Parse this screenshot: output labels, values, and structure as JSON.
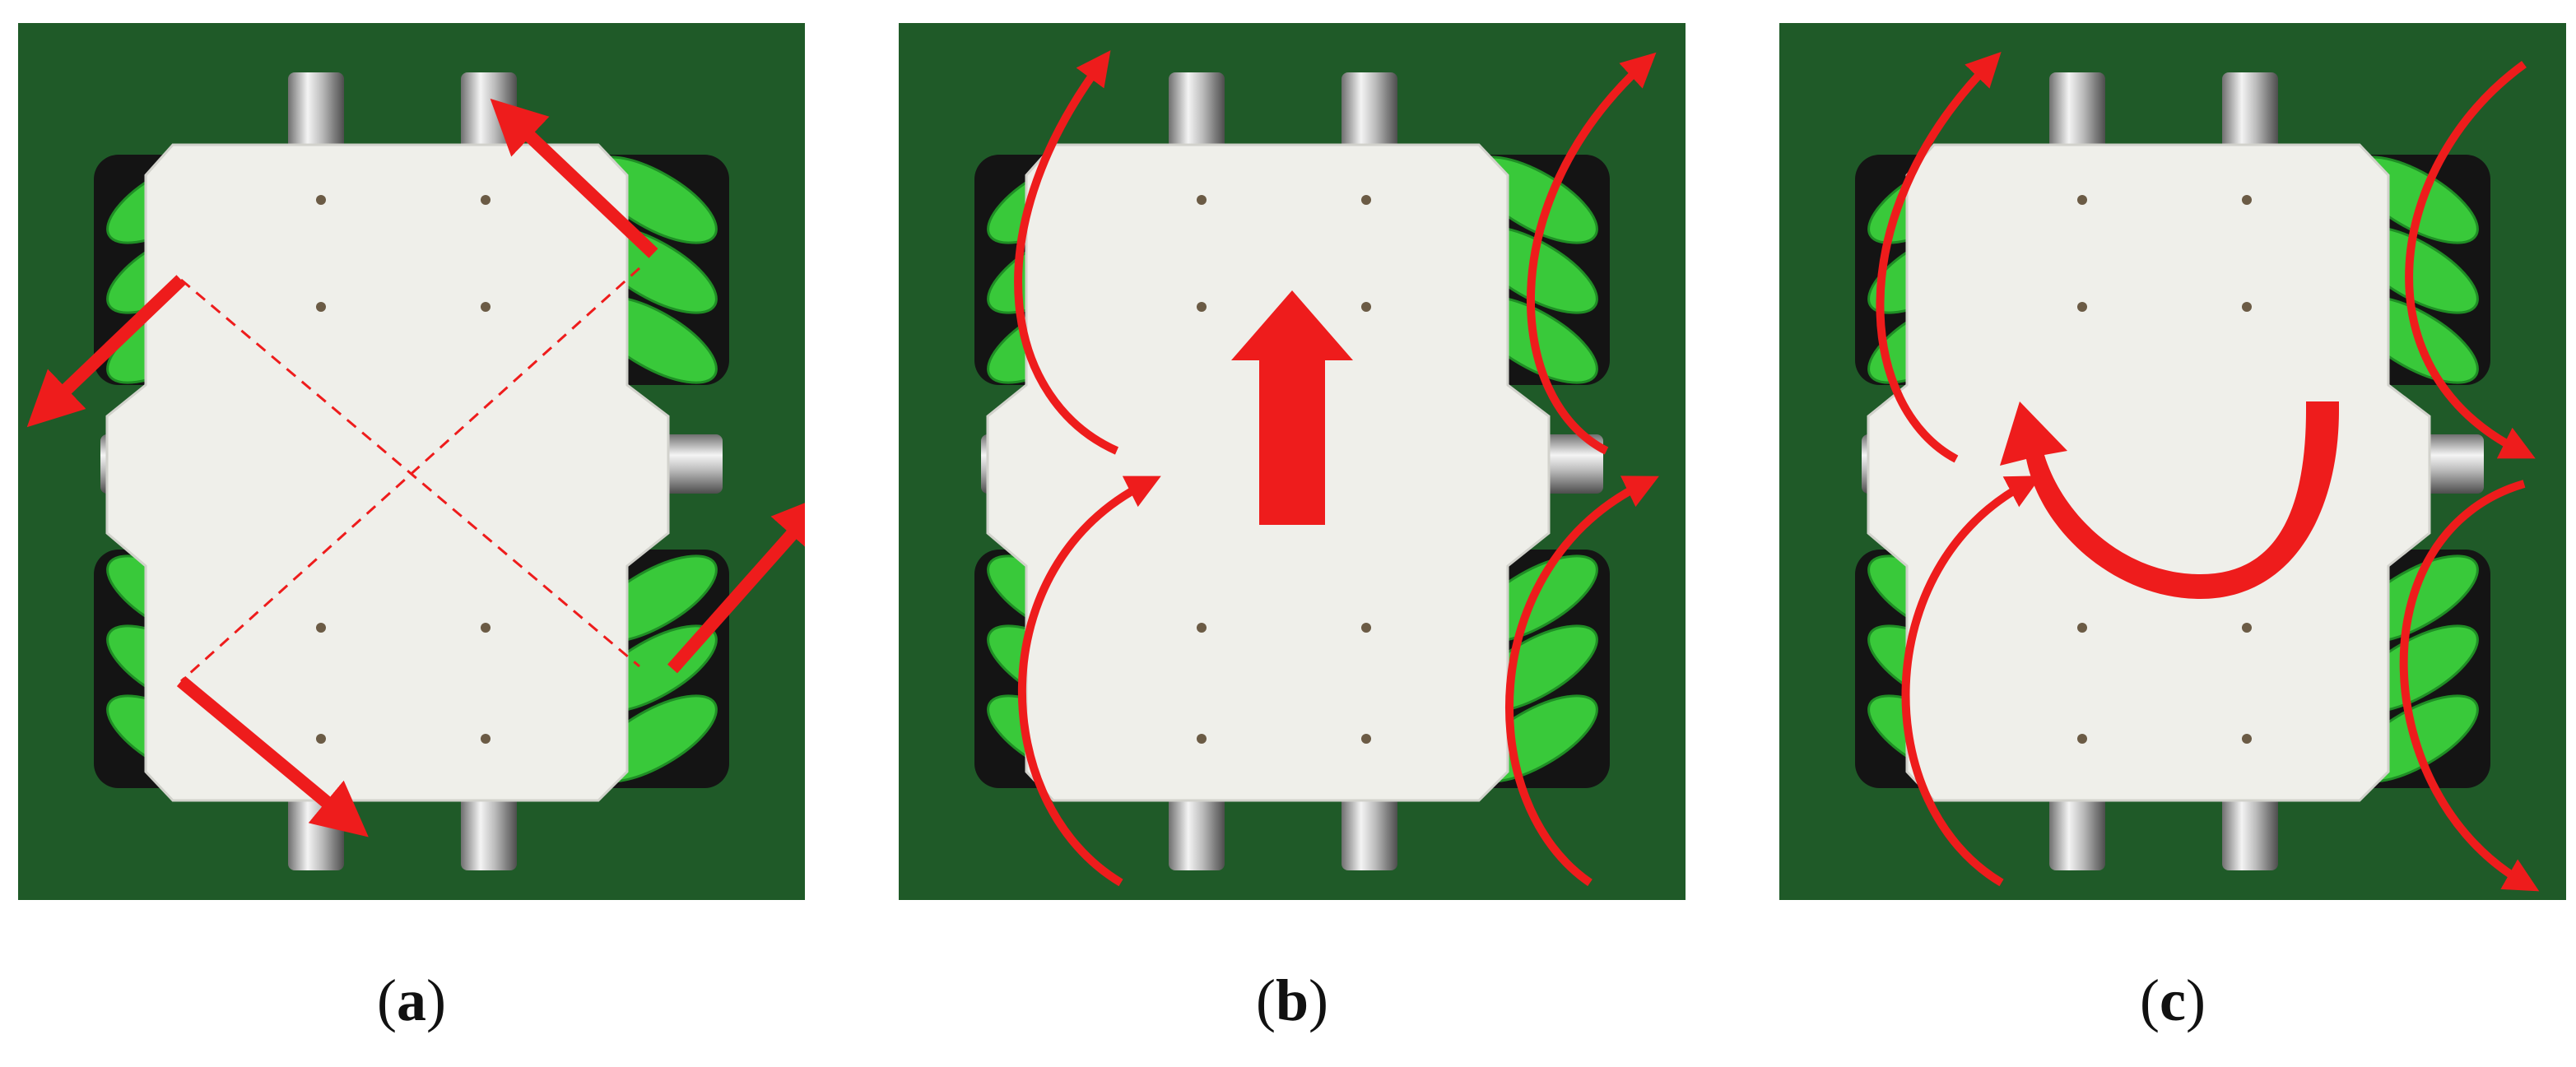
{
  "figure": {
    "background_color": "#1f5a28",
    "plate_color": "#efefea",
    "wheel_color": "#39c93a",
    "arrow_color": "#ee1c1c",
    "panels": [
      {
        "id": "a",
        "paren_open": "(",
        "letter": "a",
        "paren_close": ")"
      },
      {
        "id": "b",
        "paren_open": "(",
        "letter": "b",
        "paren_close": ")"
      },
      {
        "id": "c",
        "paren_open": "(",
        "letter": "c",
        "paren_close": ")"
      }
    ]
  }
}
